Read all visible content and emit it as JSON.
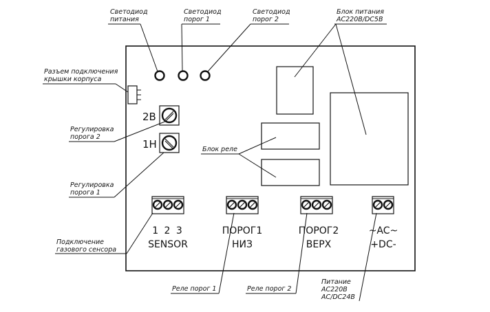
{
  "callouts": {
    "led_power": [
      "Светодиод",
      "питания"
    ],
    "led_threshold1": [
      "Светодиод",
      "порог 1"
    ],
    "led_threshold2": [
      "Светодиод",
      "порог 2"
    ],
    "power_block": [
      "Блок питания",
      "AC220В/DC5В"
    ],
    "lid_connector": [
      "Разъем подключения",
      "крышки корпуса"
    ],
    "adjust_threshold2": [
      "Регулировка",
      "порога 2"
    ],
    "adjust_threshold1": [
      "Регулировка",
      "порога 1"
    ],
    "relay_block": "Блок реле",
    "sensor_connection": [
      "Подключение",
      "газового сенсора"
    ],
    "relay_threshold1": "Реле порог 1",
    "relay_threshold2": "Реле порог 2",
    "power_input": [
      "Питание",
      "AC220В",
      "AC/DC24В"
    ]
  },
  "board": {
    "pot_2v": "2В",
    "pot_1n": "1Н",
    "sensor_pins": "1 2 3",
    "sensor_label": "SENSOR",
    "porog1_label": "ПОРОГ1",
    "porog1_sub": "НИЗ",
    "porog2_label": "ПОРОГ2",
    "porog2_sub": "ВЕРХ",
    "power_label1": "~AC~",
    "power_label2": "+DC-"
  }
}
